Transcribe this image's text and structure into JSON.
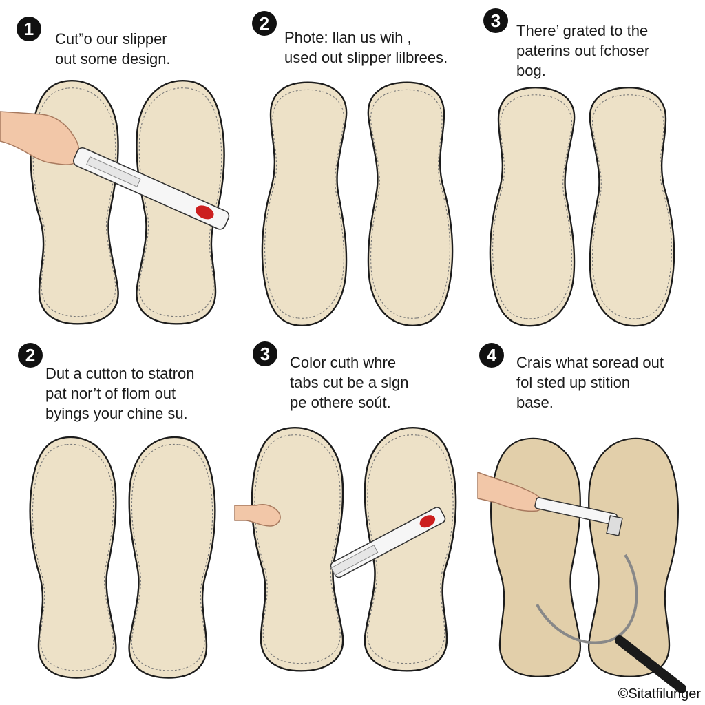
{
  "colors": {
    "sole_fill": "#ede1c7",
    "sole_fill_tan": "#e2cfaa",
    "outline": "#1c1c1c",
    "stitch": "#777777",
    "hand": "#f2c7a8",
    "tool_red": "#cc1f1f"
  },
  "steps": [
    {
      "number": "1",
      "lines": [
        "Cut”o our slipper",
        "out some design."
      ],
      "tool": "cutter",
      "hand": true
    },
    {
      "number": "2",
      "lines": [
        "Photе: llan us wih ,",
        "used out slipper lilbrees."
      ],
      "tool": "none",
      "hand": false
    },
    {
      "number": "3",
      "lines": [
        "There’ grated to the",
        "paterins out fchoser",
        "bog."
      ],
      "tool": "none",
      "hand": false
    },
    {
      "number": "2",
      "lines": [
        "Dut a cutton to statron",
        "pat nor’t of flom out",
        "byings your chine su."
      ],
      "tool": "none",
      "hand": false
    },
    {
      "number": "3",
      "lines": [
        "Color cuth whre",
        "tabs cut be a slgn",
        "pe othere soút."
      ],
      "tool": "cutter",
      "hand": true
    },
    {
      "number": "4",
      "lines": [
        "Crais what soread out",
        "fol sted up stition",
        "base."
      ],
      "tool": "stapler-hook",
      "hand": true
    }
  ],
  "credit": "©Sitatfilunger"
}
